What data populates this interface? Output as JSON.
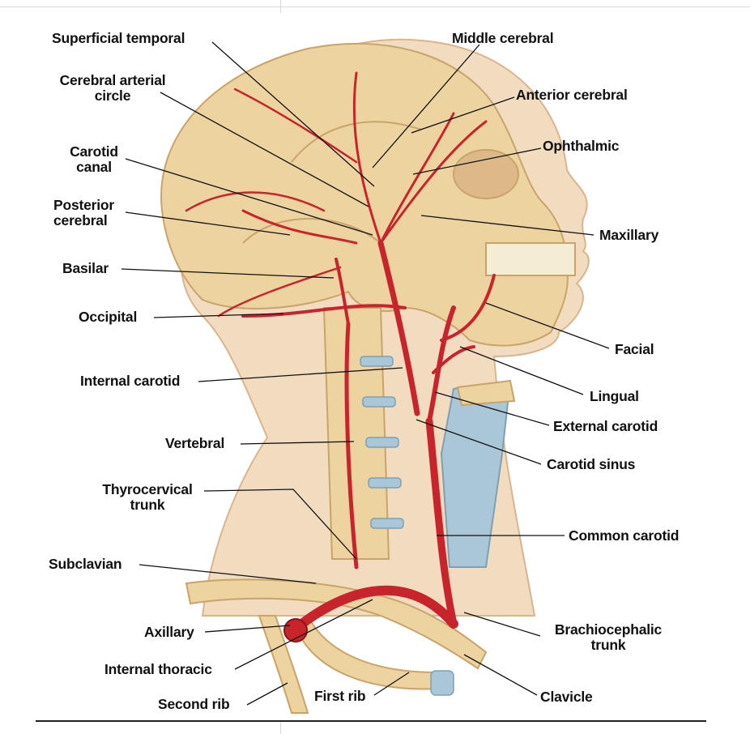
{
  "labels": {
    "superficial_temporal": "Superficial temporal",
    "cerebral_arterial_circle_1": "Cerebral arterial",
    "cerebral_arterial_circle_2": "circle",
    "carotid_canal_1": "Carotid",
    "carotid_canal_2": "canal",
    "posterior_cerebral_1": "Posterior",
    "posterior_cerebral_2": "cerebral",
    "basilar": "Basilar",
    "occipital": "Occipital",
    "internal_carotid": "Internal carotid",
    "vertebral": "Vertebral",
    "thyrocervical_1": "Thyrocervical",
    "thyrocervical_2": "trunk",
    "subclavian": "Subclavian",
    "axillary": "Axillary",
    "internal_thoracic": "Internal thoracic",
    "second_rib": "Second rib",
    "first_rib": "First rib",
    "middle_cerebral": "Middle cerebral",
    "anterior_cerebral": "Anterior cerebral",
    "ophthalmic": "Ophthalmic",
    "maxillary": "Maxillary",
    "facial": "Facial",
    "lingual": "Lingual",
    "external_carotid": "External carotid",
    "carotid_sinus": "Carotid sinus",
    "common_carotid": "Common carotid",
    "brachiocephalic_1": "Brachiocephalic",
    "brachiocephalic_2": "trunk",
    "clavicle": "Clavicle"
  },
  "colors": {
    "skin": "#f1dcc0",
    "skin_edge": "#d9b48f",
    "bone": "#ecd3a0",
    "bone_shadow": "#c9a46a",
    "artery": "#c8242c",
    "artery_light": "#e07a7a",
    "cartilage": "#a9c7d6",
    "leader": "#111111"
  }
}
